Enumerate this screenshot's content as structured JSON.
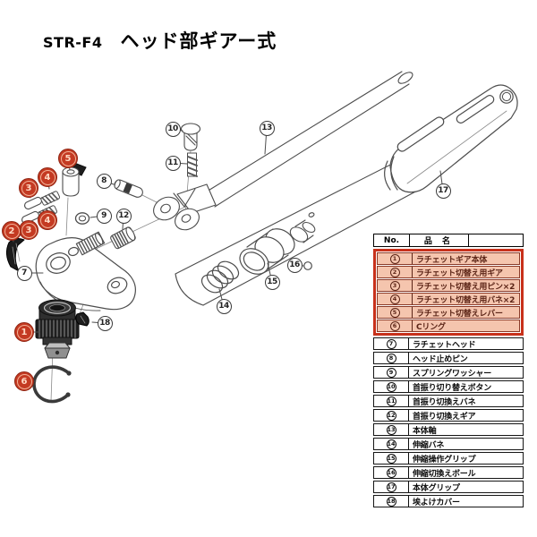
{
  "title": {
    "model": "STR-F4",
    "heading": "ヘッド部ギアー式"
  },
  "table": {
    "no_header": "No.",
    "name_header": "品 名",
    "rows": [
      {
        "no": "1",
        "name": "ラチェットギア本体",
        "highlight": true
      },
      {
        "no": "2",
        "name": "ラチェット切替え用ギア",
        "highlight": true
      },
      {
        "no": "3",
        "name": "ラチェット切替え用ピン×2",
        "highlight": true
      },
      {
        "no": "4",
        "name": "ラチェット切替え用バネ×2",
        "highlight": true
      },
      {
        "no": "5",
        "name": "ラチェット切替えレバー",
        "highlight": true
      },
      {
        "no": "6",
        "name": "Cリング",
        "highlight": true
      },
      {
        "no": "7",
        "name": "ラチェットヘッド",
        "highlight": false
      },
      {
        "no": "8",
        "name": "ヘッド止めピン",
        "highlight": false
      },
      {
        "no": "9",
        "name": "スプリングワッシャー",
        "highlight": false
      },
      {
        "no": "10",
        "name": "首振り切り替えボタン",
        "highlight": false
      },
      {
        "no": "11",
        "name": "首振り切換えバネ",
        "highlight": false
      },
      {
        "no": "12",
        "name": "首振り切換えギア",
        "highlight": false
      },
      {
        "no": "13",
        "name": "本体軸",
        "highlight": false
      },
      {
        "no": "14",
        "name": "伸縮バネ",
        "highlight": false
      },
      {
        "no": "15",
        "name": "伸縮操作グリップ",
        "highlight": false
      },
      {
        "no": "16",
        "name": "伸縮切換えボール",
        "highlight": false
      },
      {
        "no": "17",
        "name": "本体グリップ",
        "highlight": false
      },
      {
        "no": "18",
        "name": "埃よけカバー",
        "highlight": false
      }
    ]
  },
  "callouts": [
    {
      "num": "5",
      "style": "red"
    },
    {
      "num": "4",
      "style": "red"
    },
    {
      "num": "3",
      "style": "red"
    },
    {
      "num": "4",
      "style": "red"
    },
    {
      "num": "3",
      "style": "red"
    },
    {
      "num": "2",
      "style": "red"
    },
    {
      "num": "1",
      "style": "red"
    },
    {
      "num": "6",
      "style": "red"
    },
    {
      "num": "7",
      "style": "white"
    },
    {
      "num": "8",
      "style": "white"
    },
    {
      "num": "9",
      "style": "white"
    },
    {
      "num": "10",
      "style": "white"
    },
    {
      "num": "11",
      "style": "white"
    },
    {
      "num": "12",
      "style": "white"
    },
    {
      "num": "13",
      "style": "white"
    },
    {
      "num": "14",
      "style": "white"
    },
    {
      "num": "15",
      "style": "white"
    },
    {
      "num": "16",
      "style": "white"
    },
    {
      "num": "17",
      "style": "white"
    },
    {
      "num": "18",
      "style": "white"
    }
  ],
  "colors": {
    "highlight_bg": "#f5c5ae",
    "highlight_border": "#c8311b",
    "callout_red": "#c43a22",
    "line": "#4d4d4d"
  }
}
